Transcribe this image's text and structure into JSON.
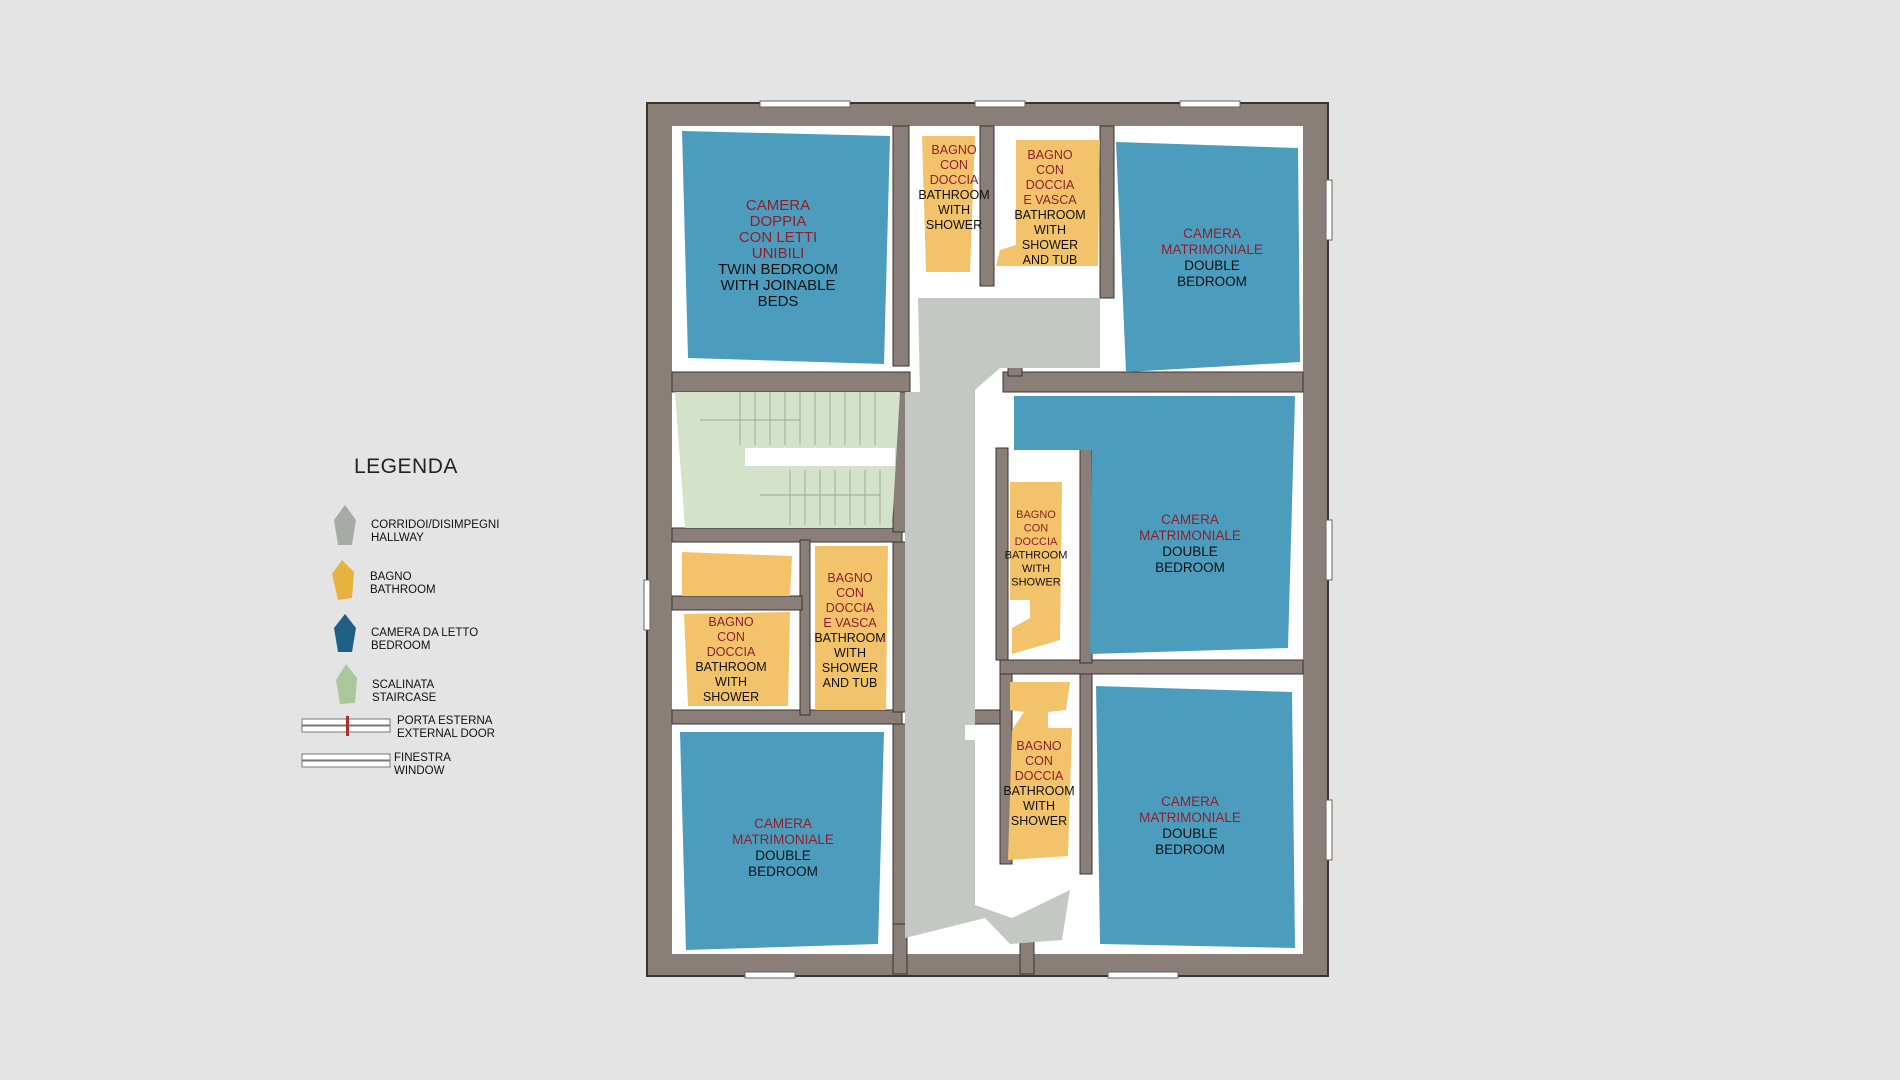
{
  "legend": {
    "title": "LEGENDA",
    "items": [
      {
        "key": "hallway",
        "it": "CORRIDOI/DISIMPEGNI",
        "en": "HALLWAY",
        "color": "#a7aaa6"
      },
      {
        "key": "bathroom",
        "it": "BAGNO",
        "en": "BATHROOM",
        "color": "#e7b240"
      },
      {
        "key": "bedroom",
        "it": "CAMERA DA LETTO",
        "en": "BEDROOM",
        "color": "#1f5e85"
      },
      {
        "key": "staircase",
        "it": "SCALINATA",
        "en": "STAIRCASE",
        "color": "#a9c79a"
      },
      {
        "key": "external-door",
        "it": "PORTA ESTERNA",
        "en": "EXTERNAL DOOR",
        "color": "#b22a2a"
      },
      {
        "key": "window",
        "it": "FINESTRA",
        "en": "WINDOW",
        "color": "#ffffff"
      }
    ]
  },
  "colors": {
    "wall": "#8a7f78",
    "wall_stroke": "#3a3330",
    "floor": "#ffffff",
    "bedroom": "#4c9dbd",
    "bathroom": "#f2c36b",
    "hallway": "#c3c8c2",
    "staircase": "#d3e2c8",
    "label_it": "#8e1f2c",
    "label_en": "#111111"
  },
  "rooms": [
    {
      "id": "twin-bedroom",
      "type": "bedroom",
      "it": [
        "CAMERA",
        "DOPPIA",
        "CON LETTI",
        "UNIBILI"
      ],
      "en": [
        "TWIN BEDROOM",
        "WITH JOINABLE",
        "BEDS"
      ]
    },
    {
      "id": "bath-top-1",
      "type": "bathroom",
      "it": [
        "BAGNO",
        "CON",
        "DOCCIA"
      ],
      "en": [
        "BATHROOM",
        "WITH",
        "SHOWER"
      ]
    },
    {
      "id": "bath-top-2",
      "type": "bathroom",
      "it": [
        "BAGNO",
        "CON",
        "DOCCIA",
        "E VASCA"
      ],
      "en": [
        "BATHROOM",
        "WITH",
        "SHOWER",
        "AND TUB"
      ]
    },
    {
      "id": "double-bedroom-top-right",
      "type": "bedroom",
      "it": [
        "CAMERA",
        "MATRIMONIALE"
      ],
      "en": [
        "DOUBLE",
        "BEDROOM"
      ]
    },
    {
      "id": "double-bedroom-mid-right",
      "type": "bedroom",
      "it": [
        "CAMERA",
        "MATRIMONIALE"
      ],
      "en": [
        "DOUBLE",
        "BEDROOM"
      ]
    },
    {
      "id": "bath-mid-right",
      "type": "bathroom",
      "it": [
        "BAGNO",
        "CON",
        "DOCCIA"
      ],
      "en": [
        "BATHROOM",
        "WITH",
        "SHOWER"
      ]
    },
    {
      "id": "bath-left-tub",
      "type": "bathroom",
      "it": [
        "BAGNO",
        "CON",
        "DOCCIA",
        "E VASCA"
      ],
      "en": [
        "BATHROOM",
        "WITH",
        "SHOWER",
        "AND TUB"
      ]
    },
    {
      "id": "bath-left-shower",
      "type": "bathroom",
      "it": [
        "BAGNO",
        "CON",
        "DOCCIA"
      ],
      "en": [
        "BATHROOM",
        "WITH",
        "SHOWER"
      ]
    },
    {
      "id": "double-bedroom-bottom-left",
      "type": "bedroom",
      "it": [
        "CAMERA",
        "MATRIMONIALE"
      ],
      "en": [
        "DOUBLE",
        "BEDROOM"
      ]
    },
    {
      "id": "bath-bottom-right",
      "type": "bathroom",
      "it": [
        "BAGNO",
        "CON",
        "DOCCIA"
      ],
      "en": [
        "BATHROOM",
        "WITH",
        "SHOWER"
      ]
    },
    {
      "id": "double-bedroom-bottom-right",
      "type": "bedroom",
      "it": [
        "CAMERA",
        "MATRIMONIALE"
      ],
      "en": [
        "DOUBLE",
        "BEDROOM"
      ]
    }
  ]
}
